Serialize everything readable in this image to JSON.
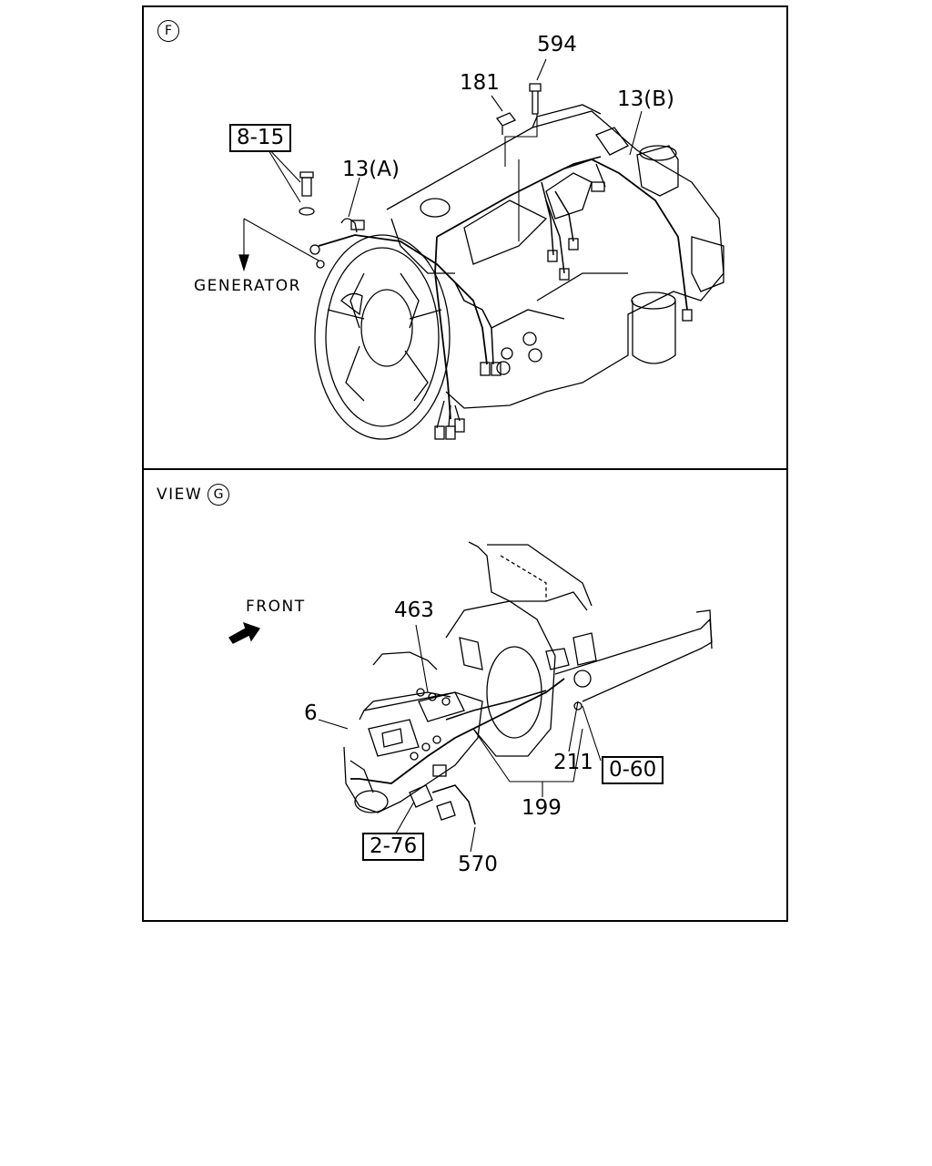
{
  "section_f": {
    "marker": "F",
    "callouts": {
      "p594": "594",
      "p181": "181",
      "p13b": "13(B)",
      "p13a": "13(A)",
      "ref_8_15": "8-15"
    },
    "generator_label": "GENERATOR"
  },
  "section_g": {
    "view_label": "VIEW",
    "marker": "G",
    "front_label": "FRONT",
    "callouts": {
      "p463": "463",
      "p6": "6",
      "p211": "211",
      "ref_0_60": "0-60",
      "p199": "199",
      "ref_2_76": "2-76",
      "p570": "570"
    }
  }
}
